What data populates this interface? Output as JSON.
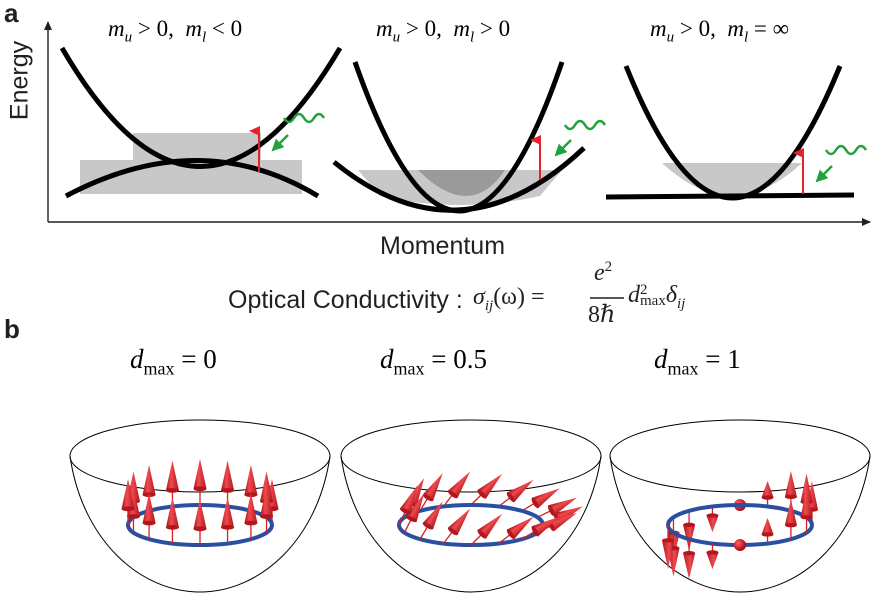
{
  "panel_a": {
    "label": "a",
    "y_axis_label": "Energy",
    "x_axis_label": "Momentum",
    "cases": [
      {
        "mu": "m",
        "mu_sub": "u",
        "mu_rel": "> 0,",
        "ml": "m",
        "ml_sub": "l",
        "ml_rel": "< 0"
      },
      {
        "mu": "m",
        "mu_sub": "u",
        "mu_rel": "> 0,",
        "ml": "m",
        "ml_sub": "l",
        "ml_rel": "> 0"
      },
      {
        "mu": "m",
        "mu_sub": "u",
        "mu_rel": "> 0,",
        "ml": "m",
        "ml_sub": "l",
        "ml_rel": "= ∞"
      }
    ]
  },
  "formula": {
    "prefix": "Optical Conductivity :",
    "lhs_sigma": "σ",
    "lhs_sub": "ij",
    "lhs_arg": "(ω) =",
    "numerator": "e",
    "numerator_sup": "2",
    "denominator": "8ℏ",
    "d": "d",
    "d_sup": "2",
    "d_sub": "max",
    "delta": "δ",
    "delta_sub": "ij"
  },
  "panel_b": {
    "label": "b",
    "cases": [
      {
        "d": "d",
        "sub": "max",
        "rel": "= 0"
      },
      {
        "d": "d",
        "sub": "max",
        "rel": "= 0.5"
      },
      {
        "d": "d",
        "sub": "max",
        "rel": "= 1"
      }
    ]
  },
  "colors": {
    "band_line": "#000000",
    "filled_light": "#c8c8c8",
    "filled_dark": "#9a9a9a",
    "excitation_arrow": "#e8202a",
    "photon": "#1fa33a",
    "ring": "#2b4fa0",
    "spin": "#d41f26"
  }
}
